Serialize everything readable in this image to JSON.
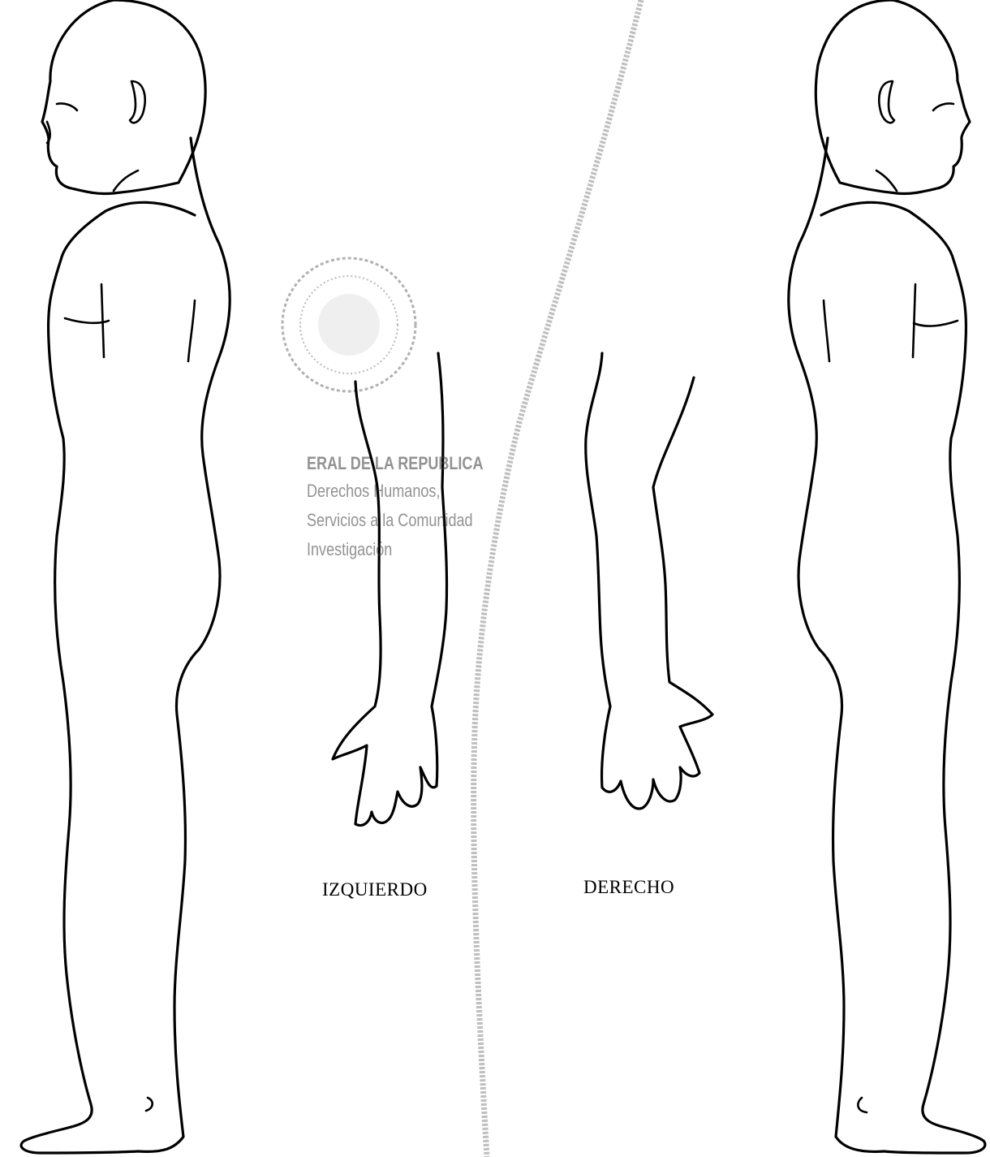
{
  "labels": {
    "left_arm": "IZQUIERDO",
    "right_arm": "DERECHO"
  },
  "stamp": {
    "lines": [
      "ERAL DE LA REPUBLICA",
      "Derechos Humanos,",
      "Servicios a la Comunidad",
      "Investigación"
    ]
  },
  "colors": {
    "line": "#000000",
    "background": "#ffffff",
    "stamp": "#3a3a3a"
  }
}
